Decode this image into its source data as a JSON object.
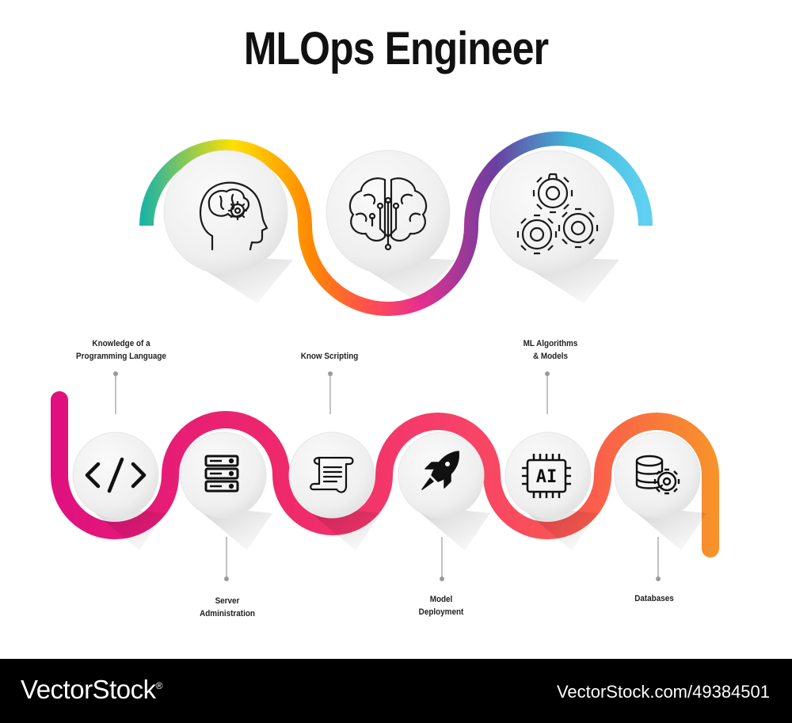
{
  "title": "MLOps Engineer",
  "top_icons": [
    {
      "icon": "head-with-gear-icon"
    },
    {
      "icon": "circuit-brain-icon"
    },
    {
      "icon": "gears-icon"
    }
  ],
  "steps": [
    {
      "label": [
        "Knowledge of a",
        "Programming Language"
      ],
      "icon": "code-brackets-icon",
      "label_position": "above"
    },
    {
      "label": [
        "Server",
        "Administration"
      ],
      "icon": "server-rack-icon",
      "label_position": "below"
    },
    {
      "label": [
        "Know Scripting"
      ],
      "icon": "script-scroll-icon",
      "label_position": "above"
    },
    {
      "label": [
        "Model",
        "Deployment"
      ],
      "icon": "rocket-icon",
      "label_position": "below"
    },
    {
      "label": [
        "ML Algorithms",
        "& Models"
      ],
      "icon": "ai-chip-icon",
      "label_position": "above"
    },
    {
      "label": [
        "Databases"
      ],
      "icon": "database-gear-icon",
      "label_position": "below"
    }
  ],
  "colors": {
    "top_gradient": [
      "#1bb3a6",
      "#ffe000",
      "#ff8a00",
      "#ff4f4f",
      "#e8308f",
      "#6a3fa0",
      "#3fb7d9",
      "#5fd0f0"
    ],
    "bottom_gradient": [
      "#e0117f",
      "#ee2a6b",
      "#f7406a",
      "#fa5a4e",
      "#f7932a"
    ]
  },
  "footer": {
    "brand": "VectorStock",
    "registered_mark": "®",
    "image_id": "VectorStock.com/49384501"
  }
}
